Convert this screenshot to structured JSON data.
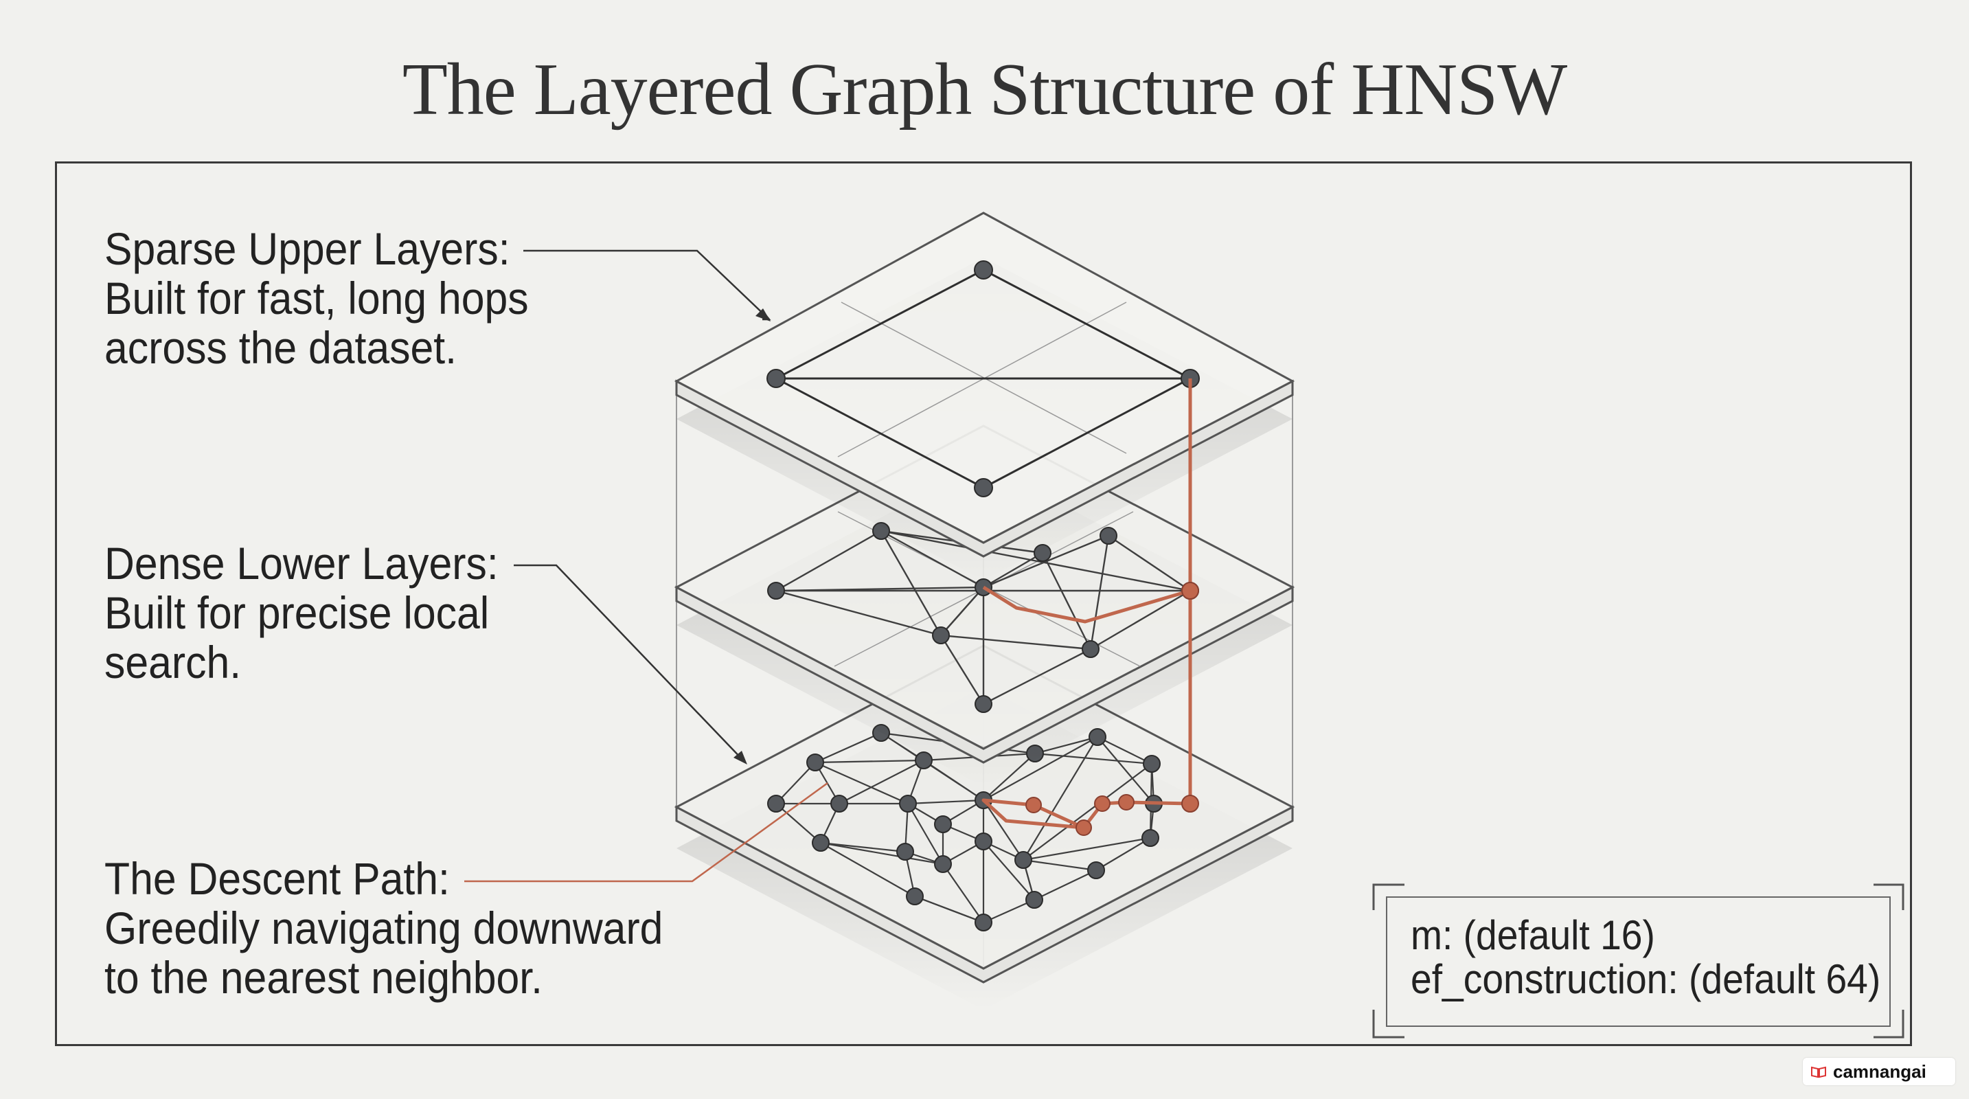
{
  "title": "The Layered Graph Structure of HNSW",
  "annotations": {
    "sparse": [
      "Sparse Upper Layers:",
      "Built for fast, long hops",
      "across the dataset."
    ],
    "dense": [
      "Dense Lower Layers:",
      "Built for precise local",
      "search."
    ],
    "descent": [
      "The Descent Path:",
      "Greedily navigating downward",
      "to the nearest neighbor."
    ]
  },
  "parameters": {
    "m": "m: (default 16)",
    "ef_construction": "ef_construction: (default 64)"
  },
  "colors": {
    "path": "#c0674d",
    "node": "#55585c",
    "plane_edge": "#555555"
  },
  "watermark": {
    "text": "camnangai",
    "icon": "book-icon"
  }
}
